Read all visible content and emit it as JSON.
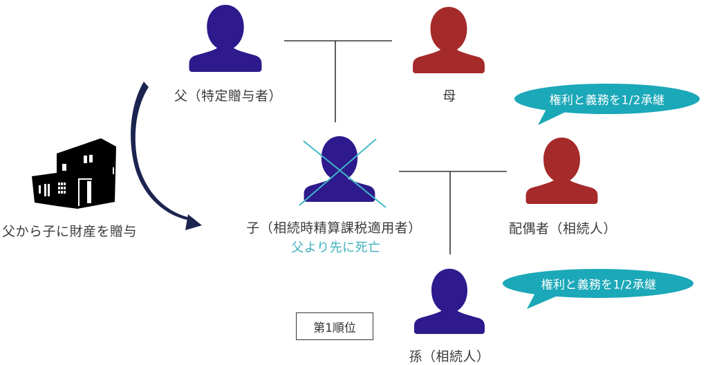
{
  "colors": {
    "blue_person": "#2e1a8c",
    "red_person": "#a52a2a",
    "teal_bubble": "#1ba8b8",
    "cross_line": "#3fb8c8",
    "note_text": "#3fb0bd",
    "connector": "#333333",
    "arrow": "#1c2450",
    "house": "#000000"
  },
  "people": {
    "father": {
      "label": "父（特定贈与者）",
      "color": "blue"
    },
    "mother": {
      "label": "母",
      "color": "red"
    },
    "child": {
      "label": "子（相続時精算課税適用者）",
      "note": "父より先に死亡",
      "color": "blue",
      "deceased": true
    },
    "spouse": {
      "label": "配偶者（相続人）",
      "color": "red"
    },
    "grandchild": {
      "label": "孫（相続人）",
      "color": "blue"
    }
  },
  "gift": {
    "label": "父から子に財産を贈与",
    "icon": "house-icon"
  },
  "bubbles": [
    {
      "text": "権利と義務を1/2承継",
      "target": "spouse"
    },
    {
      "text": "権利と義務を1/2承継",
      "target": "grandchild"
    }
  ],
  "rank_box": {
    "text": "第1順位"
  }
}
